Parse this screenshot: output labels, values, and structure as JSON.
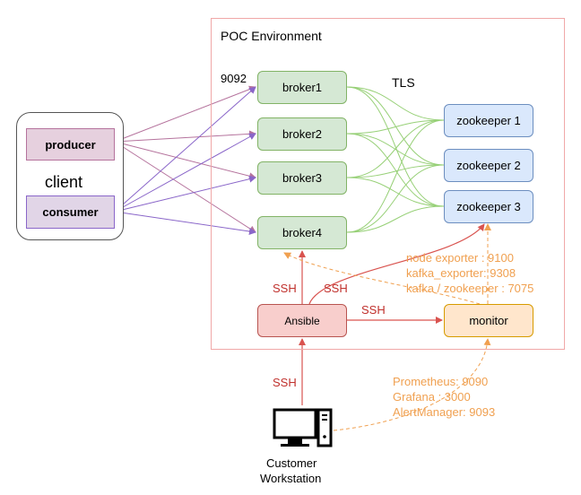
{
  "environment": {
    "title": "POC Environment"
  },
  "client": {
    "label": "client",
    "producer": "producer",
    "consumer": "consumer"
  },
  "brokers": [
    "broker1",
    "broker2",
    "broker3",
    "broker4"
  ],
  "zookeepers": [
    "zookeeper 1",
    "zookeeper 2",
    "zookeeper 3"
  ],
  "port_label": "9092",
  "tls_label": "TLS",
  "ansible": "Ansible",
  "monitor": "monitor",
  "ssh_label": "SSH",
  "monitor_ports": [
    "node exporter : 9100",
    "kafka_exporter: 9308",
    "kafka / zookeeper : 7075"
  ],
  "workstation_ports": [
    "Prometheus: 9090",
    "Grafana : 3000",
    "AlertManager: 9093"
  ],
  "workstation": {
    "line1": "Customer",
    "line2": "Workstation"
  },
  "colors": {
    "client_arrow_pink": "#b5739d",
    "client_arrow_purple": "#8a66c9",
    "tls_green": "#97d077",
    "ssh_red": "#d9534f",
    "monitor_orange": "#f0a050",
    "env_border": "#f0a8a8"
  }
}
